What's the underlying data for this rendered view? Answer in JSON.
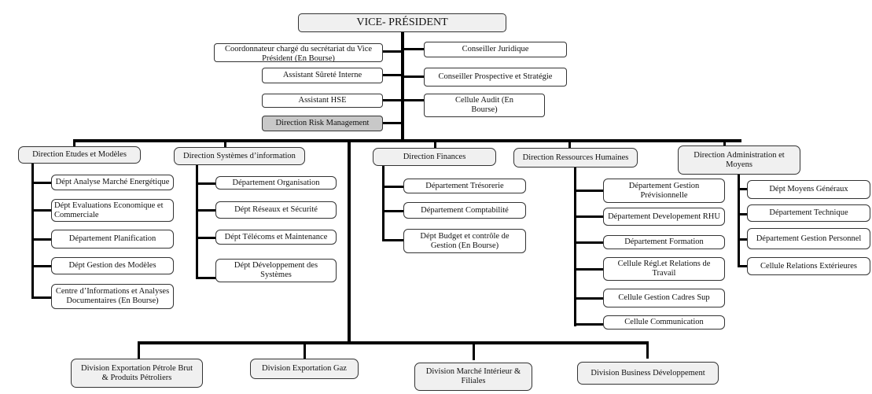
{
  "top": {
    "vice_president": "VICE- PRÉSIDENT"
  },
  "staff_left": [
    "Coordonnateur chargé du secrétariat du Vice Président (En Bourse)",
    "Assistant Sûreté Interne",
    "Assistant HSE",
    "Direction Risk Management"
  ],
  "staff_right": [
    "Conseiller Juridique",
    "Conseiller Prospective et Stratégie",
    "Cellule Audit (En Bourse)"
  ],
  "directions": [
    {
      "name": "Direction Etudes et Modèles",
      "units": [
        "Dépt Analyse Marché Energétique",
        "Dépt Evaluations Economique et Commerciale",
        "Département Planification",
        "Dépt Gestion des Modèles",
        "Centre d’Informations et Analyses Documentaires (En Bourse)"
      ]
    },
    {
      "name": "Direction Systèmes d’information",
      "units": [
        "Département Organisation",
        "Dépt Réseaux et Sécurité",
        "Dépt Télécoms et Maintenance",
        "Dépt Développement des Systèmes"
      ]
    },
    {
      "name": "Direction Finances",
      "units": [
        "Département Trésorerie",
        "Département Comptabilité",
        "Dépt Budget et contrôle de Gestion (En Bourse)"
      ]
    },
    {
      "name": "Direction Ressources Humaines",
      "units": [
        "Département Gestion Prévisionnelle",
        "Département Developement RHU",
        "Département Formation",
        "Cellule Régl.et Relations de Travail",
        "Cellule Gestion Cadres Sup",
        "Cellule Communication"
      ]
    },
    {
      "name": "Direction Administration et Moyens",
      "units": [
        "Dépt Moyens Généraux",
        "Département Technique",
        "Département Gestion Personnel",
        "Cellule Relations Extérieures"
      ]
    }
  ],
  "divisions": [
    "Division Exportation Pétrole Brut & Produits Pétroliers",
    "Division Exportation Gaz",
    "Division Marché Intérieur & Filiales",
    "Division Business Développement"
  ]
}
